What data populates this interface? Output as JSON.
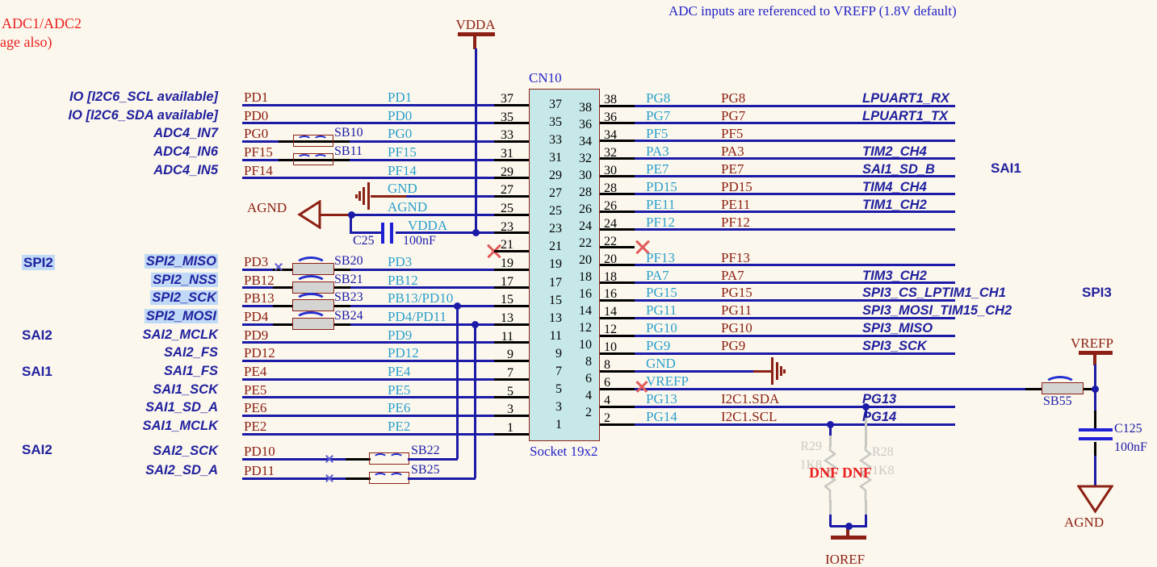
{
  "texts": {
    "title_line1": "ADC1/ADC2",
    "title_line2": "age also)",
    "note_top_right": "ADC inputs are referenced to VREFP (1.8V default)"
  },
  "connector": {
    "ref": "CN10",
    "type": "Socket 19x2"
  },
  "labels": {
    "vdda": "VDDA",
    "agnd": "AGND",
    "vrefp": "VREFP",
    "ioref": "IOREF"
  },
  "capacitors": {
    "c25": {
      "ref": "C25",
      "value": "100nF"
    },
    "c125": {
      "ref": "C125",
      "value": "100nF"
    }
  },
  "solder_bridge_55": "SB55",
  "pullups": {
    "r_left": {
      "ref": "R29",
      "value": "1K8"
    },
    "r_right": {
      "ref": "R28",
      "value": "1K8"
    },
    "dnf_note": "DNF DNF",
    "net": "IOREF"
  },
  "groups_left": [
    {
      "label": "SPI2",
      "highlight": true
    },
    {
      "label": "SAI2"
    },
    {
      "label": "SAI1"
    },
    {
      "label": "SAI2"
    }
  ],
  "groups_right": [
    {
      "label": "SAI1"
    },
    {
      "label": "SPI3"
    }
  ],
  "left_rows": [
    {
      "pin": "37",
      "outer": "IO [I2C6_SCL available]",
      "net": "PD1",
      "inner": "PD1"
    },
    {
      "pin": "35",
      "outer": "IO [I2C6_SDA available]",
      "net": "PD0",
      "inner": "PD0"
    },
    {
      "pin": "33",
      "outer": "ADC4_IN7",
      "net": "PG0",
      "bridge": "SB10",
      "bridge_type": "open",
      "inner": "PG0"
    },
    {
      "pin": "31",
      "outer": "ADC4_IN6",
      "net": "PF15",
      "bridge": "SB11",
      "bridge_type": "open",
      "inner": "PF15"
    },
    {
      "pin": "29",
      "outer": "ADC4_IN5",
      "net": "PF14",
      "inner": "PF14"
    },
    {
      "pin": "27",
      "inner": "GND",
      "special": "gnd"
    },
    {
      "pin": "25",
      "inner": "AGND",
      "special": "agnd"
    },
    {
      "pin": "23",
      "inner": "VDDA",
      "special": "vdda"
    },
    {
      "pin": "21",
      "special": "nc"
    },
    {
      "pin": "19",
      "outer": "SPI2_MISO",
      "highlight": true,
      "net": "PD3",
      "ncx": true,
      "bridge": "SB20",
      "bridge_type": "closed",
      "inner": "PD3"
    },
    {
      "pin": "17",
      "outer": "SPI2_NSS",
      "highlight": true,
      "net": "PB12",
      "bridge": "SB21",
      "bridge_type": "closed",
      "inner": "PB12"
    },
    {
      "pin": "15",
      "outer": "SPI2_SCK",
      "highlight": true,
      "net": "PB13",
      "bridge": "SB23",
      "bridge_type": "closed",
      "inner": "PB13/PD10"
    },
    {
      "pin": "13",
      "outer": "SPI2_MOSI",
      "highlight": true,
      "net": "PD4",
      "bridge": "SB24",
      "bridge_type": "closed",
      "inner": "PD4/PD11"
    },
    {
      "pin": "11",
      "outer": "SAI2_MCLK",
      "net": "PD9",
      "inner": "PD9"
    },
    {
      "pin": "9",
      "outer": "SAI2_FS",
      "net": "PD12",
      "inner": "PD12"
    },
    {
      "pin": "7",
      "outer": "SAI1_FS",
      "net": "PE4",
      "inner": "PE4"
    },
    {
      "pin": "5",
      "outer": "SAI1_SCK",
      "net": "PE5",
      "inner": "PE5"
    },
    {
      "pin": "3",
      "outer": "SAI1_SD_A",
      "net": "PE6",
      "inner": "PE6"
    },
    {
      "pin": "1",
      "outer": "SAI1_MCLK",
      "net": "PE2",
      "inner": "PE2"
    }
  ],
  "right_rows": [
    {
      "pin": "38",
      "inner": "PG8",
      "net": "PG8",
      "func": "LPUART1_RX"
    },
    {
      "pin": "36",
      "inner": "PG7",
      "net": "PG7",
      "func": "LPUART1_TX"
    },
    {
      "pin": "34",
      "inner": "PF5",
      "net": "PF5"
    },
    {
      "pin": "32",
      "inner": "PA3",
      "net": "PA3",
      "func": "TIM2_CH4"
    },
    {
      "pin": "30",
      "inner": "PE7",
      "net": "PE7",
      "func": "SAI1_SD_B"
    },
    {
      "pin": "28",
      "inner": "PD15",
      "net": "PD15",
      "func": "TIM4_CH4"
    },
    {
      "pin": "26",
      "inner": "PE11",
      "net": "PE11",
      "func": "TIM1_CH2"
    },
    {
      "pin": "24",
      "inner": "PF12",
      "net": "PF12"
    },
    {
      "pin": "22",
      "special": "nc"
    },
    {
      "pin": "20",
      "inner": "PF13",
      "net": "PF13"
    },
    {
      "pin": "18",
      "inner": "PA7",
      "net": "PA7",
      "func": "TIM3_CH2"
    },
    {
      "pin": "16",
      "inner": "PG15",
      "net": "PG15",
      "func": "SPI3_CS_LPTIM1_CH1"
    },
    {
      "pin": "14",
      "inner": "PG11",
      "net": "PG11",
      "func": "SPI3_MOSI_TIM15_CH2"
    },
    {
      "pin": "12",
      "inner": "PG10",
      "net": "PG10",
      "func": "SPI3_MISO"
    },
    {
      "pin": "10",
      "inner": "PG9",
      "net": "PG9",
      "func": "SPI3_SCK"
    },
    {
      "pin": "8",
      "inner": "GND",
      "special": "gnd"
    },
    {
      "pin": "6",
      "inner": "VREFP",
      "special": "vrefp"
    },
    {
      "pin": "4",
      "inner": "PG13",
      "net": "I2C1.SDA",
      "func": "PG13",
      "pull": "R28"
    },
    {
      "pin": "2",
      "inner": "PG14",
      "net": "I2C1.SCL",
      "func": "PG14",
      "pull": "R29"
    }
  ],
  "bottom_rows": [
    {
      "outer": "SAI2_SCK",
      "net": "PD10",
      "bridge": "SB22"
    },
    {
      "outer": "SAI2_SD_A",
      "net": "PD11",
      "bridge": "SB25"
    }
  ],
  "colors": {
    "bg": "#FCF7EC",
    "wire": "#1B1BA8",
    "maroon": "#8C2014",
    "cyan": "#2AA0CC",
    "blue": "#2323C8",
    "itblue": "#21219F",
    "red": "#EA1F1F",
    "xred": "#E05A5A",
    "xblue": "#5C5CD0",
    "grey": "#C6C6C2",
    "greyT": "#C9C9C5",
    "hl": "#BFD9F6",
    "connfill": "#C7E8E9",
    "sbfill": "#D4D4D2",
    "capblue": "#1F1FD6",
    "arc": "#2430CF"
  }
}
